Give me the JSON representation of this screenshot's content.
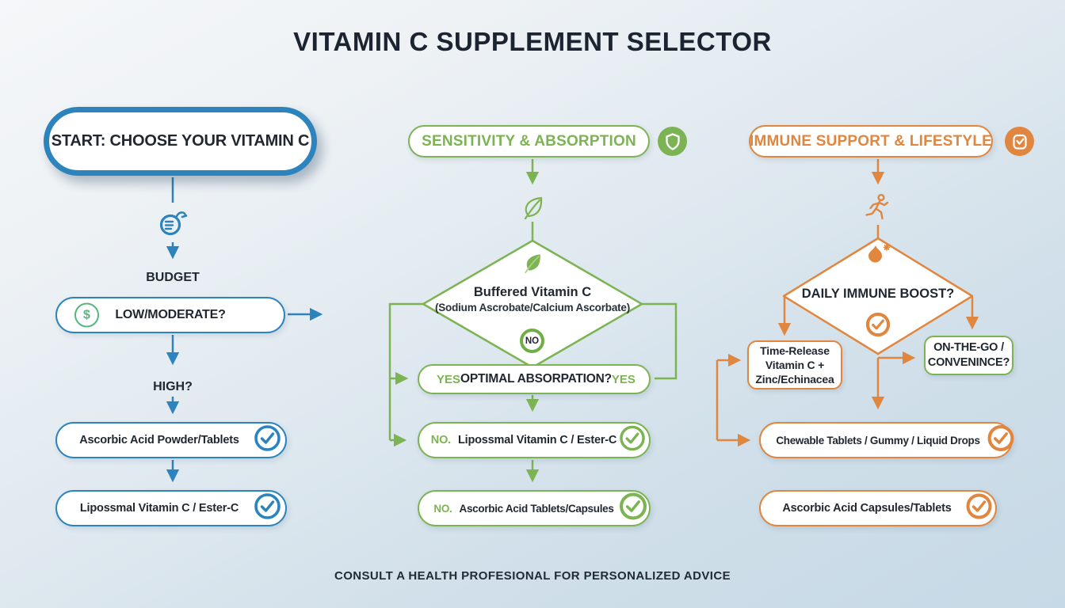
{
  "title": "VITAMIN C SUPPLEMENT SELECTOR",
  "footer": "CONSULT A HEALTH PROFESIONAL FOR PERSONALIZED ADVICE",
  "colors": {
    "blue": "#2d84bd",
    "green": "#7cb454",
    "orange": "#e0863f",
    "dollar_green": "#56b77e",
    "text_dark": "#1f2730",
    "background_top": "#f5f7f9",
    "background_bottom": "#c6d9e6"
  },
  "left": {
    "start": "START: CHOOSE YOUR VITAMIN C",
    "step": "BUDGET",
    "q1": "LOW/MODERATE?",
    "q2": "HIGH?",
    "r1": "Ascorbic Acid Powder/Tablets",
    "r2": "Lipossmal Vitamin C / Ester-C"
  },
  "middle": {
    "header": "SENSITIVITY & ABSORPTION",
    "diamond_title": "Buffered Vitamin C",
    "diamond_sub": "(Sodium Ascrobate/Calcium Ascorbate)",
    "no_badge": "NO",
    "yes": "YES",
    "question": "OPTIMAL ABSORPATION?",
    "no_prefix": "NO.",
    "r1": "Lipossmal Vitamin C / Ester-C",
    "r2": "Ascorbic Acid Tablets/Capsules"
  },
  "right": {
    "header": "IMMUNE SUPPORT & LIFESTYLE",
    "diamond_title": "DAILY IMMUNE BOOST?",
    "opt1": "Time-Release\nVitamin C +\nZinc/Echinacea",
    "opt2": "ON-THE-GO /\nCONVENINCE?",
    "r1": "Chewable Tablets / Gummy / Liquid Drops",
    "r2": "Ascorbic Acid Capsules/Tablets"
  },
  "icons": {
    "dollar_glyph": "$",
    "budget": "coin-with-motion",
    "shield": "shield-outline",
    "leaf_outline": "leaf-outline",
    "leaf_solid": "leaf-solid",
    "immune_badge": "box-check",
    "runner": "running-person",
    "flame": "flame-sparkle",
    "check": "check-circle"
  }
}
